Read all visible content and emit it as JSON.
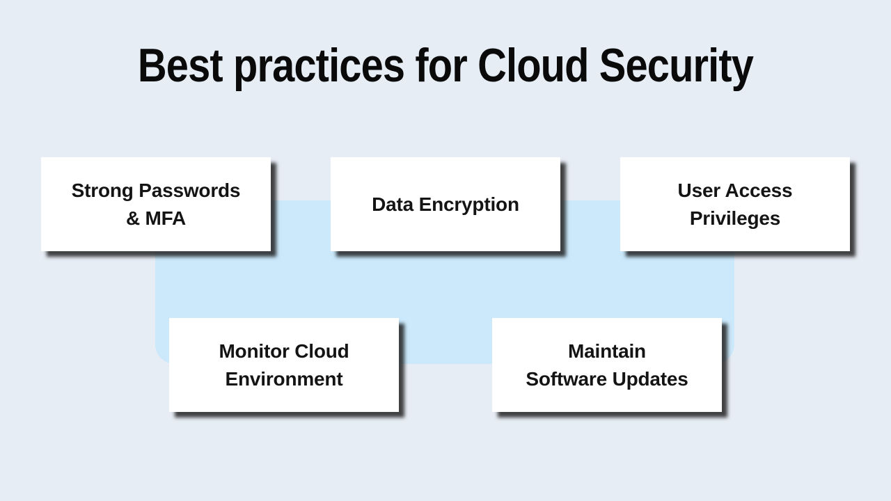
{
  "title": "Best practices for Cloud Security",
  "colors": {
    "background": "#e7edf5",
    "cloud": "#cbe9fb",
    "card_background": "#ffffff",
    "title_text": "#0a0a0a",
    "card_text": "#141414"
  },
  "cards": [
    {
      "label": "Strong Passwords\n& MFA"
    },
    {
      "label": "Data Encryption"
    },
    {
      "label": "User Access\nPrivileges"
    },
    {
      "label": "Monitor Cloud\nEnvironment"
    },
    {
      "label": "Maintain\nSoftware Updates"
    }
  ]
}
